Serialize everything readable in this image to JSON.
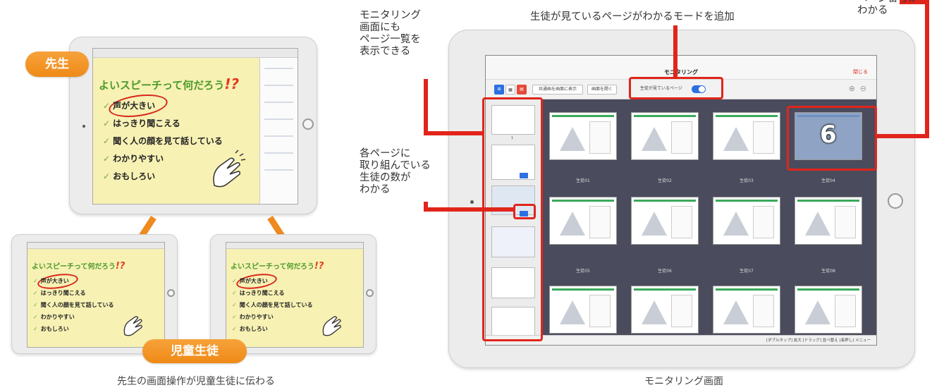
{
  "left_panel": {
    "teacher_badge": "先生",
    "student_badge": "児童生徒",
    "caption": "先生の画面操作が児童生徒に伝わる",
    "lesson": {
      "title": "よいスピーチって何だろう",
      "title_mark": "!?",
      "items": [
        "声が大きい",
        "はっきり聞こえる",
        "聞く人の顔を見て話している",
        "わかりやすい",
        "おもしろい"
      ]
    }
  },
  "right_panel": {
    "caption": "モニタリング画面",
    "annotations": {
      "page_list": "モニタリング\n画面にも\nページ一覧を\n表示できる",
      "mode": "生徒が見ているページがわかるモードを追加",
      "count": "各ページに\n取り組んでいる\n生徒の数が\nわかる",
      "page_number": "ページ番号が\nわかる"
    },
    "screen": {
      "title": "モニタリング",
      "close_label": "閉じる",
      "toolbar": {
        "btn1": "共通画を画面に表示",
        "btn2": "画面を開く",
        "mode_label": "生徒が見ているページ"
      },
      "cells": [
        "生徒01",
        "生徒02",
        "生徒03",
        "生徒04",
        "生徒05",
        "生徒06",
        "生徒07",
        "生徒08"
      ],
      "highlight_number": "6",
      "footer": "[ダブルタップ] 拡大  [ドラッグ] 並べ替え  [長押し] メニュー"
    }
  },
  "colors": {
    "accent_orange": "#ef8a1e",
    "highlight_red": "#e1251b",
    "mode_blue": "#2e6fe0"
  }
}
